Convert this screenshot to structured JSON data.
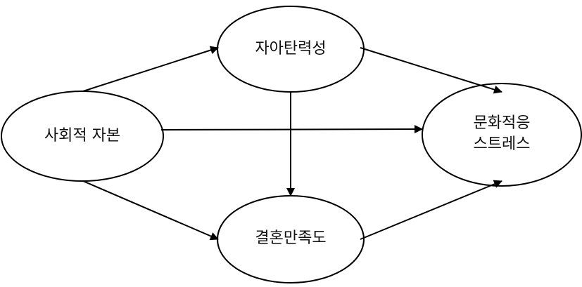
{
  "diagram": {
    "nodes": {
      "social_capital": {
        "label": "사회적 자본"
      },
      "resilience": {
        "label": "자아탄력성"
      },
      "marital_satisfaction": {
        "label": "결혼만족도"
      },
      "acculturative_stress": {
        "line1": "문화적응",
        "line2": "스트레스"
      }
    },
    "colors": {
      "stroke": "#000000",
      "text": "#111111",
      "background": "#ffffff"
    }
  }
}
